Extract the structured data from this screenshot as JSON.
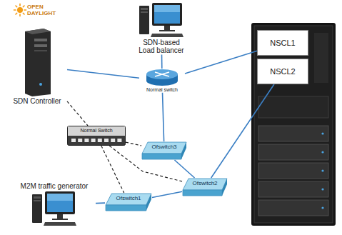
{
  "diagram": {
    "nodes": [
      {
        "text": [
          "SDN-based Load balancer"
        ]
      },
      {
        "text": [
          "SDN Controller"
        ]
      },
      {
        "text": [
          "Normal switch"
        ]
      },
      {
        "text": [
          "NSCL1"
        ]
      },
      {
        "text": [
          "NSCL2"
        ]
      },
      {
        "text": [
          "Normal Switch"
        ]
      },
      {
        "text": [
          "Ofswitch3"
        ]
      },
      {
        "text": [
          "Ofswitch2"
        ]
      },
      {
        "text": [
          "Ofswitch1"
        ]
      },
      {
        "text": [
          "M2M traffic generator"
        ]
      }
    ],
    "edges": [
      {
        "from": 0,
        "to": 2,
        "arrow": "none"
      },
      {
        "from": 1,
        "to": 2,
        "arrow": "none"
      },
      {
        "from": 2,
        "to": 3,
        "arrow": "none"
      },
      {
        "from": 2,
        "to": 6,
        "arrow": "none"
      },
      {
        "from": 1,
        "to": 5,
        "arrow": "none"
      },
      {
        "from": 5,
        "to": 6,
        "arrow": "none"
      },
      {
        "from": 5,
        "to": 7,
        "arrow": "none"
      },
      {
        "from": 5,
        "to": 8,
        "arrow": "none"
      },
      {
        "from": 6,
        "to": 7,
        "arrow": "none"
      },
      {
        "from": 8,
        "to": 7,
        "arrow": "none"
      },
      {
        "from": 7,
        "to": 4,
        "arrow": "none"
      },
      {
        "from": 9,
        "to": 8,
        "arrow": "none"
      }
    ],
    "labels": [
      "OPEN DAYLIGHT"
    ]
  }
}
